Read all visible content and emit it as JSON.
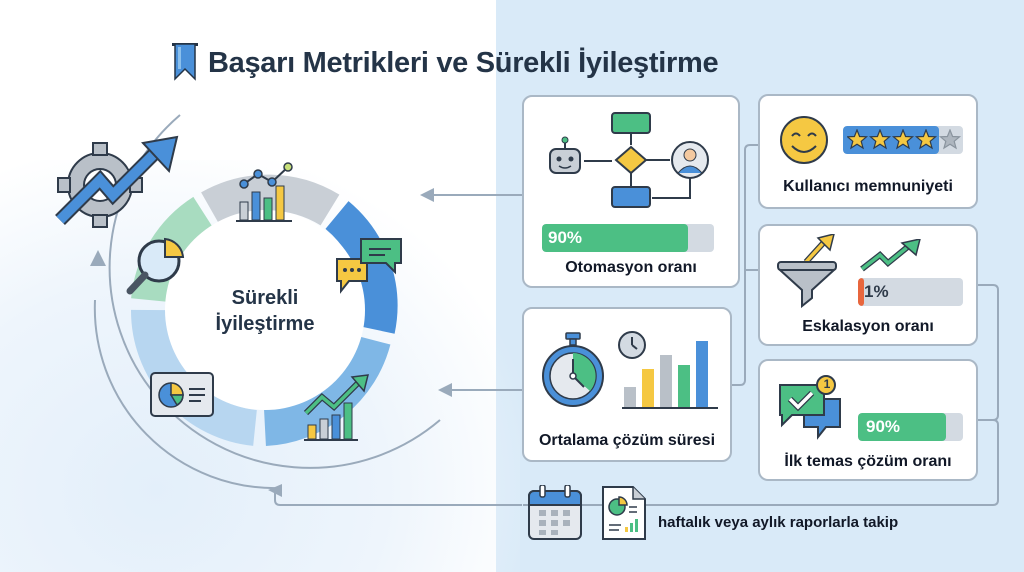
{
  "title": {
    "text": "Başarı Metrikleri ve Sürekli İyileştirme",
    "icon": "bookmark-icon"
  },
  "cycle": {
    "center_label_line1": "Sürekli",
    "center_label_line2": "İyileştirme",
    "icons": [
      "gear-growth-icon",
      "analytics-chart-icon",
      "chat-bubbles-icon",
      "growth-chart-icon",
      "pie-report-card-icon",
      "magnifier-pie-icon"
    ],
    "segment_colors": [
      "#c9cfd6",
      "#4a90d9",
      "#7fb7e6",
      "#b7d6f0",
      "#a8dcc0"
    ]
  },
  "metrics": [
    {
      "id": "automation",
      "label": "Otomasyon oranı",
      "value_text": "90%",
      "value": 90,
      "bar_color": "#4cbf84",
      "icon": "workflow-robot-icon"
    },
    {
      "id": "satisfaction",
      "label": "Kullanıcı memnuniyeti",
      "stars_filled": 4,
      "stars_total": 5,
      "bar_color": "#4a90d9",
      "icon": "smiley-face-icon"
    },
    {
      "id": "escalation",
      "label": "Eskalasyon oranı",
      "value_text": "1%",
      "value": 1,
      "bar_color": "#e8663d",
      "icon": "funnel-icon"
    },
    {
      "id": "avg_resolution",
      "label": "Ortalama çözüm süresi",
      "icon": "stopwatch-icon",
      "chart_bars": [
        {
          "h": 20,
          "color": "#b9c0c8"
        },
        {
          "h": 38,
          "color": "#f5c842"
        },
        {
          "h": 52,
          "color": "#b9c0c8"
        },
        {
          "h": 42,
          "color": "#4cbf84"
        },
        {
          "h": 66,
          "color": "#4a90d9"
        }
      ]
    },
    {
      "id": "first_contact",
      "label": "İlk temas çözüm oranı",
      "value_text": "90%",
      "value": 90,
      "bar_color": "#4cbf84",
      "badge": "1",
      "icon": "chat-check-icon"
    }
  ],
  "footer": {
    "text": "haftalık veya aylık raporlarla takip",
    "icons": [
      "calendar-icon",
      "report-document-icon"
    ]
  },
  "colors": {
    "title": "#243447",
    "connector": "#9aaabb",
    "panel_bg": "#d9eaf8"
  }
}
